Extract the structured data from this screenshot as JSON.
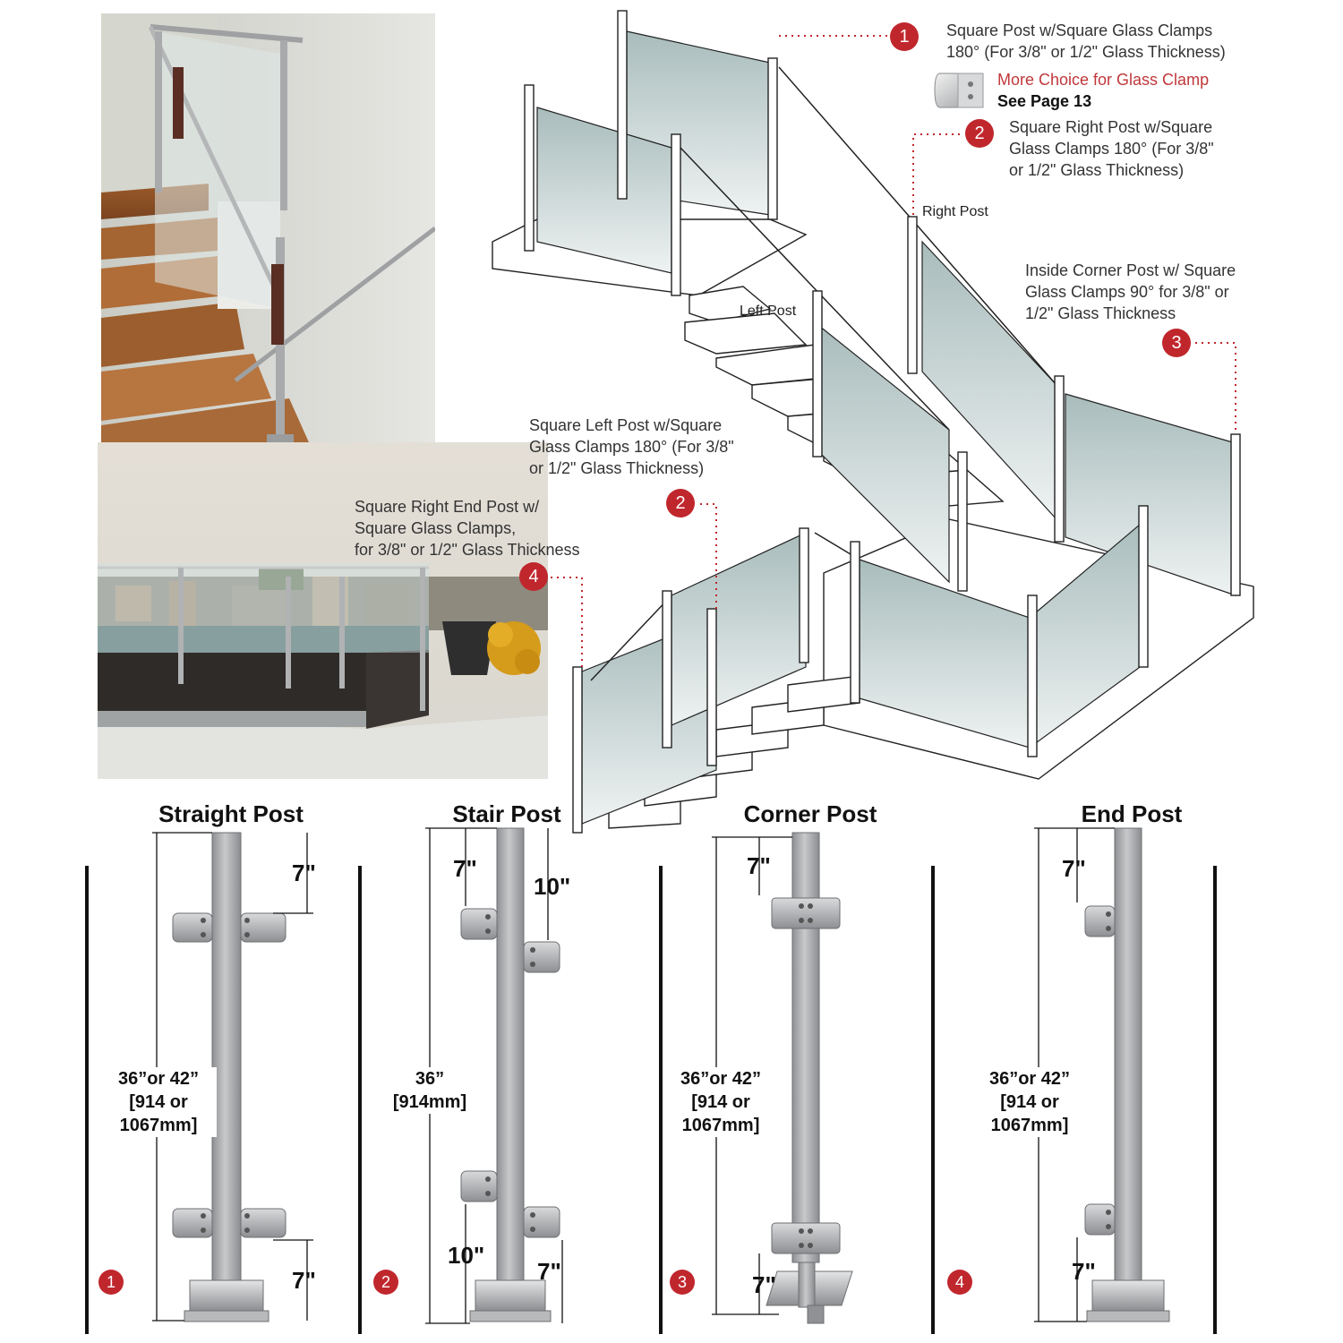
{
  "callouts": {
    "c1": {
      "line1": "Square Post w/Square Glass Clamps",
      "line2": "180° (For 3/8\" or 1/2\" Glass Thickness)"
    },
    "more_choice": {
      "line1": "More Choice for Glass Clamp",
      "line2": "See Page 13"
    },
    "c2_right": {
      "line1": "Square Right Post w/Square",
      "line2": "Glass Clamps 180° (For 3/8\"",
      "line3": "or 1/2\" Glass Thickness)"
    },
    "c3": {
      "line1": "Inside Corner Post w/ Square",
      "line2": "Glass Clamps 90° for 3/8\" or",
      "line3": "1/2\" Glass Thickness"
    },
    "c2_left": {
      "line1": "Square Left Post w/Square",
      "line2": "Glass Clamps 180° (For 3/8\"",
      "line3": "or 1/2\" Glass Thickness)"
    },
    "c4": {
      "line1": "Square Right End Post w/",
      "line2": "Square Glass Clamps,",
      "line3": "for 3/8\" or 1/2\" Glass Thickness"
    }
  },
  "diagram_labels": {
    "right_post": "Right Post",
    "left_post": "Left Post"
  },
  "badges": {
    "b1": "1",
    "b2": "2",
    "b3": "3",
    "b4": "4"
  },
  "posts": [
    {
      "title": "Straight Post",
      "top_dim": "7\"",
      "bottom_dim": "7\"",
      "height": "36”or 42”",
      "metric1": "[914 or",
      "metric2": "1067mm]",
      "badge": "1"
    },
    {
      "title": "Stair Post",
      "top_dim": "7\"",
      "top_dim2": "10\"",
      "bottom_dim": "7\"",
      "bottom_dim2": "10\"",
      "height": "36”",
      "metric1": "[914mm]",
      "metric2": "",
      "badge": "2"
    },
    {
      "title": "Corner Post",
      "top_dim": "7\"",
      "bottom_dim": "7\"",
      "height": "36”or 42”",
      "metric1": "[914 or",
      "metric2": "1067mm]",
      "badge": "3"
    },
    {
      "title": "End Post",
      "top_dim": "7\"",
      "bottom_dim": "7\"",
      "height": "36”or 42”",
      "metric1": "[914 or",
      "metric2": "1067mm]",
      "badge": "4"
    }
  ],
  "colors": {
    "accent_red": "#c0272d",
    "steel": "#a9aaad",
    "glass": "#c9d6d6"
  }
}
